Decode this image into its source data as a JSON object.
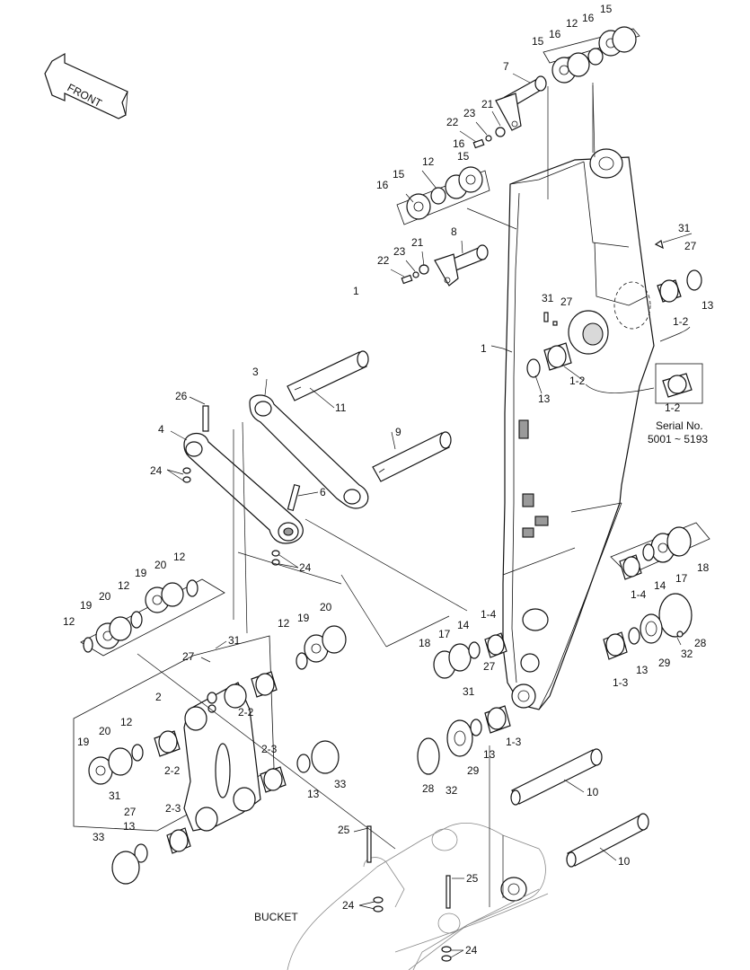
{
  "front_arrow": {
    "label": "FRONT"
  },
  "labels": [
    {
      "id": "l1a",
      "text": "15"
    },
    {
      "id": "l1b",
      "text": "16"
    },
    {
      "id": "l1c",
      "text": "12"
    },
    {
      "id": "l1d",
      "text": "16"
    },
    {
      "id": "l1e",
      "text": "15"
    },
    {
      "id": "l2a",
      "text": "7"
    },
    {
      "id": "l2b",
      "text": "21"
    },
    {
      "id": "l2c",
      "text": "23"
    },
    {
      "id": "l2d",
      "text": "22"
    },
    {
      "id": "l2e",
      "text": "16"
    },
    {
      "id": "l3a",
      "text": "15"
    },
    {
      "id": "l3b",
      "text": "12"
    },
    {
      "id": "l3c",
      "text": "15"
    },
    {
      "id": "l3d",
      "text": "16"
    },
    {
      "id": "l4a",
      "text": "8"
    },
    {
      "id": "l4b",
      "text": "21"
    },
    {
      "id": "l4c",
      "text": "23"
    },
    {
      "id": "l4d",
      "text": "22"
    },
    {
      "id": "l5a",
      "text": "31"
    },
    {
      "id": "l5b",
      "text": "27"
    },
    {
      "id": "l5c",
      "text": "13"
    },
    {
      "id": "l5d",
      "text": "1-2"
    },
    {
      "id": "l6a",
      "text": "1"
    },
    {
      "id": "l6b",
      "text": "31"
    },
    {
      "id": "l6c",
      "text": "27"
    },
    {
      "id": "l6d",
      "text": "1"
    },
    {
      "id": "l6e",
      "text": "13"
    },
    {
      "id": "l6f",
      "text": "1-2"
    },
    {
      "id": "l7a",
      "text": "1-2"
    },
    {
      "id": "l7b",
      "text": "Serial No."
    },
    {
      "id": "l7c",
      "text": "5001 ~ 5193"
    },
    {
      "id": "l8a",
      "text": "3"
    },
    {
      "id": "l8b",
      "text": "11"
    },
    {
      "id": "l8c",
      "text": "26"
    },
    {
      "id": "l8d",
      "text": "4"
    },
    {
      "id": "l8e",
      "text": "9"
    },
    {
      "id": "l8f",
      "text": "24"
    },
    {
      "id": "l8g",
      "text": "6"
    },
    {
      "id": "l8h",
      "text": "24"
    },
    {
      "id": "l9a",
      "text": "18"
    },
    {
      "id": "l9b",
      "text": "17"
    },
    {
      "id": "l9c",
      "text": "14"
    },
    {
      "id": "l9d",
      "text": "1-4"
    },
    {
      "id": "l10a",
      "text": "28"
    },
    {
      "id": "l10b",
      "text": "32"
    },
    {
      "id": "l10c",
      "text": "29"
    },
    {
      "id": "l10d",
      "text": "13"
    },
    {
      "id": "l10e",
      "text": "1-3"
    },
    {
      "id": "l11a",
      "text": "12"
    },
    {
      "id": "l11b",
      "text": "19"
    },
    {
      "id": "l11c",
      "text": "20"
    },
    {
      "id": "l11d",
      "text": "12"
    },
    {
      "id": "l11e",
      "text": "20"
    },
    {
      "id": "l11f",
      "text": "19"
    },
    {
      "id": "l11g",
      "text": "12"
    },
    {
      "id": "l12a",
      "text": "12"
    },
    {
      "id": "l12b",
      "text": "19"
    },
    {
      "id": "l12c",
      "text": "20"
    },
    {
      "id": "l13a",
      "text": "18"
    },
    {
      "id": "l13b",
      "text": "17"
    },
    {
      "id": "l13c",
      "text": "14"
    },
    {
      "id": "l13d",
      "text": "1-4"
    },
    {
      "id": "l13e",
      "text": "27"
    },
    {
      "id": "l13f",
      "text": "31"
    },
    {
      "id": "l14a",
      "text": "13"
    },
    {
      "id": "l14b",
      "text": "1-3"
    },
    {
      "id": "l14c",
      "text": "28"
    },
    {
      "id": "l14d",
      "text": "32"
    },
    {
      "id": "l14e",
      "text": "29"
    },
    {
      "id": "l15a",
      "text": "27"
    },
    {
      "id": "l15b",
      "text": "31"
    },
    {
      "id": "l15c",
      "text": "2"
    },
    {
      "id": "l15d",
      "text": "2-2"
    },
    {
      "id": "l16a",
      "text": "20"
    },
    {
      "id": "l16b",
      "text": "12"
    },
    {
      "id": "l16c",
      "text": "19"
    },
    {
      "id": "l16d",
      "text": "2-2"
    },
    {
      "id": "l16e",
      "text": "31"
    },
    {
      "id": "l16f",
      "text": "27"
    },
    {
      "id": "l17a",
      "text": "2-3"
    },
    {
      "id": "l17b",
      "text": "13"
    },
    {
      "id": "l17c",
      "text": "33"
    },
    {
      "id": "l18a",
      "text": "2-3"
    },
    {
      "id": "l18b",
      "text": "13"
    },
    {
      "id": "l18c",
      "text": "33"
    },
    {
      "id": "l19a",
      "text": "10"
    },
    {
      "id": "l19b",
      "text": "10"
    },
    {
      "id": "l20a",
      "text": "25"
    },
    {
      "id": "l20b",
      "text": "25"
    },
    {
      "id": "l20c",
      "text": "24"
    },
    {
      "id": "l20d",
      "text": "24"
    },
    {
      "id": "l21a",
      "text": "BUCKET"
    }
  ]
}
